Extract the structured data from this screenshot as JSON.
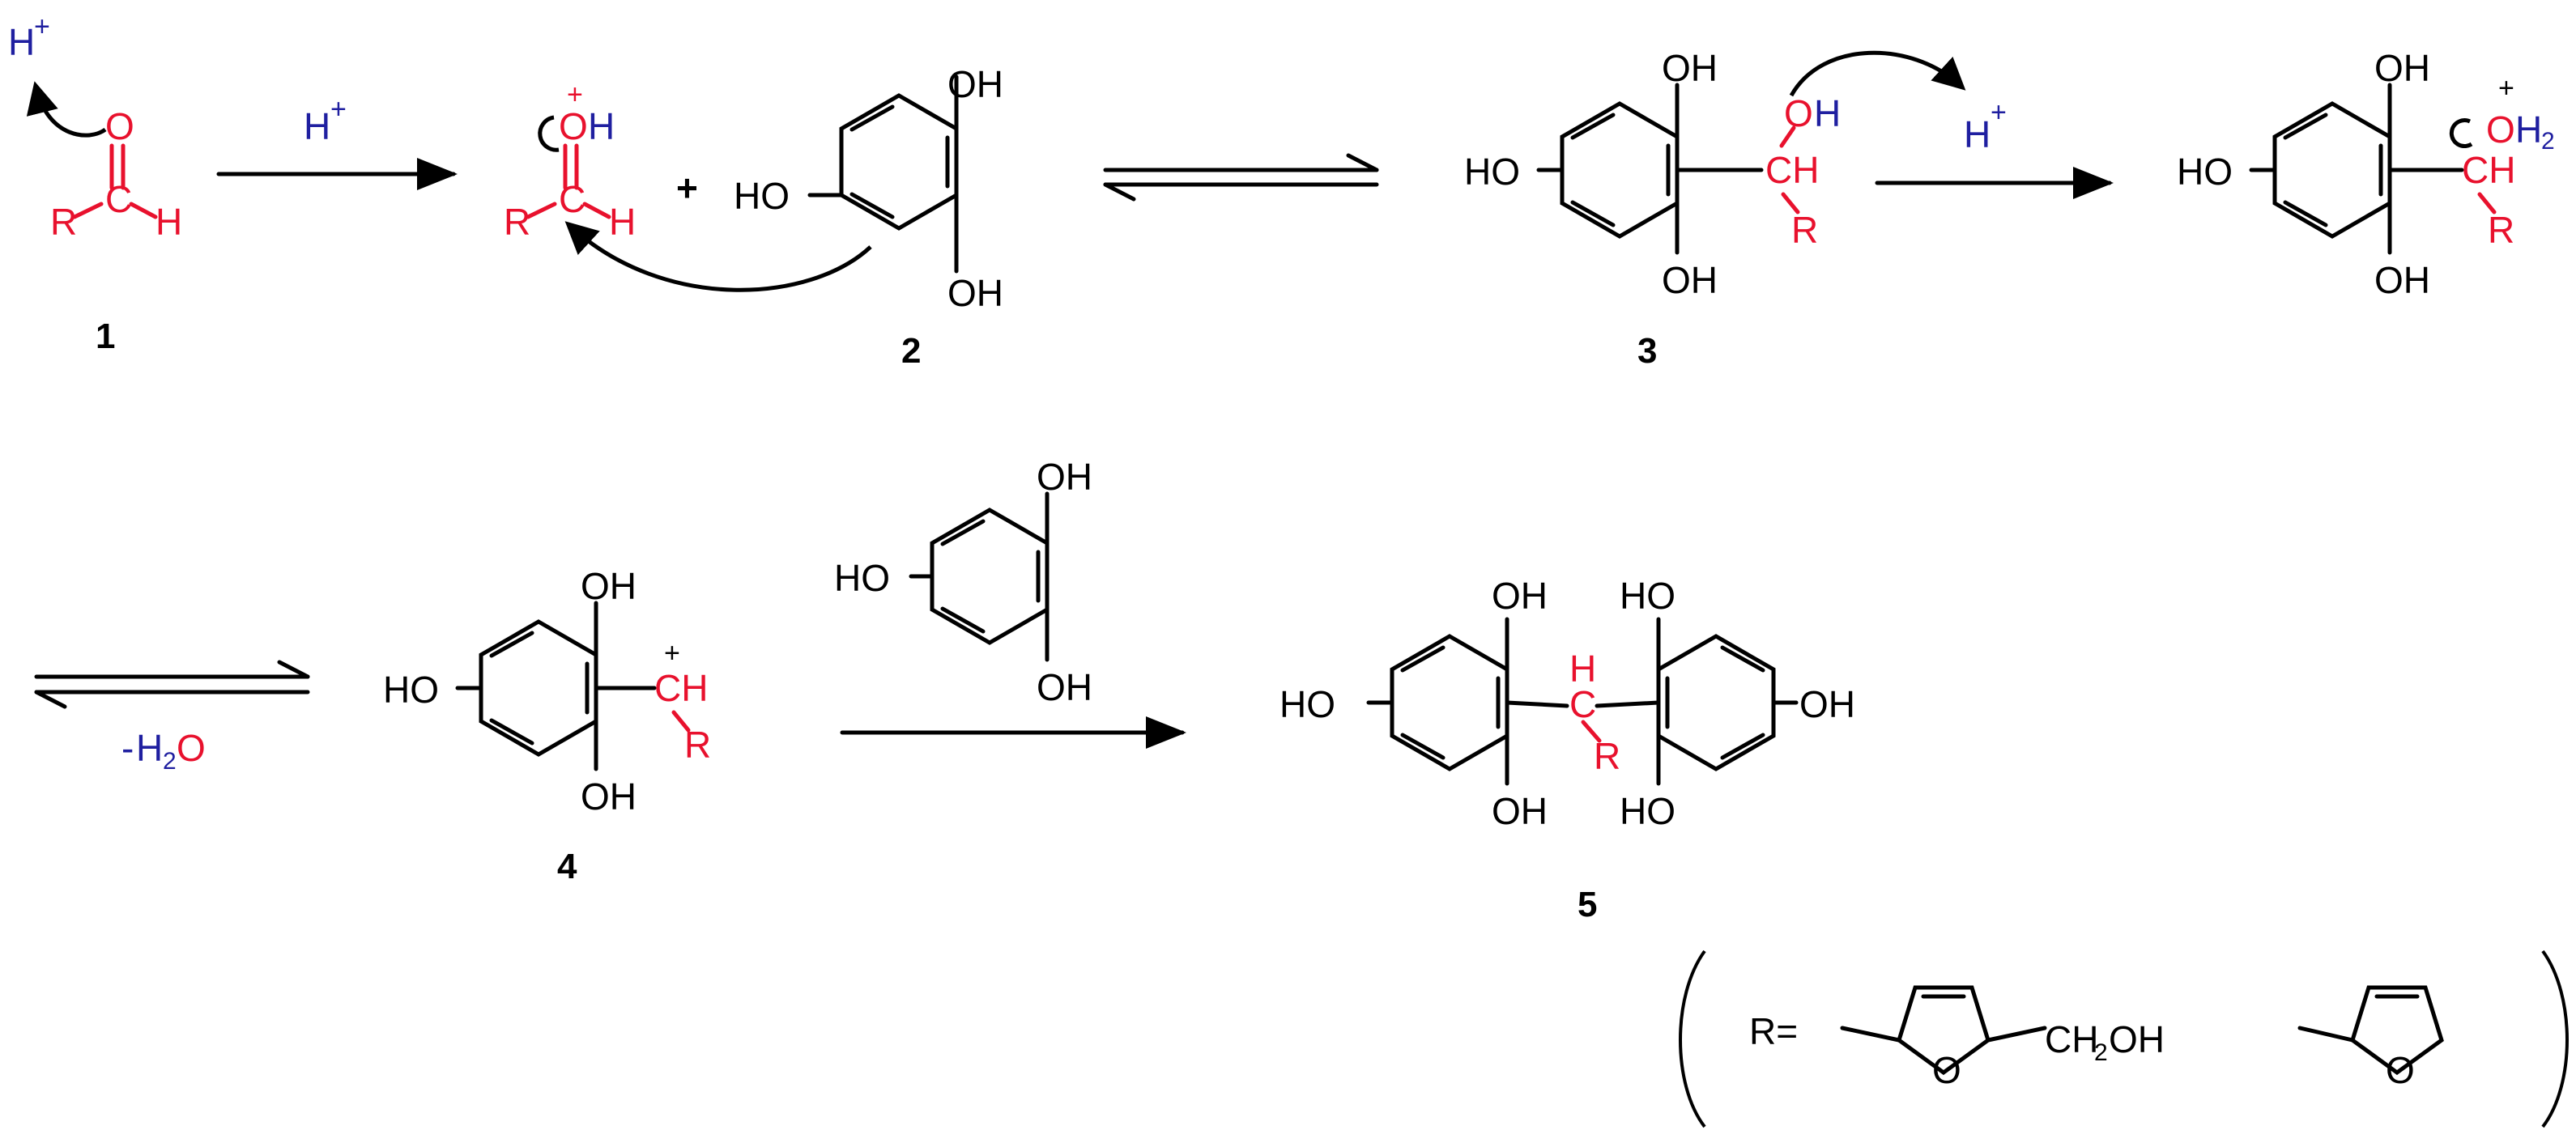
{
  "colors": {
    "black": "#000000",
    "red": "#e8112d",
    "blue": "#1f1fa0"
  },
  "labels": {
    "compound_1": "1",
    "compound_2": "2",
    "compound_3": "3",
    "compound_4": "4",
    "compound_5": "5",
    "proton": "H",
    "plus": "+",
    "minus": "-",
    "ho": "HO",
    "oh": "OH",
    "o": "O",
    "h": "H",
    "r": "R",
    "c": "C",
    "ch": "CH",
    "h2": "H",
    "two": "2",
    "water_h": "H",
    "water_o": "O",
    "r_equals": "R=",
    "ch2oh_ch": "CH",
    "ch2oh_oh": "OH",
    "reagent_plus": "+"
  }
}
